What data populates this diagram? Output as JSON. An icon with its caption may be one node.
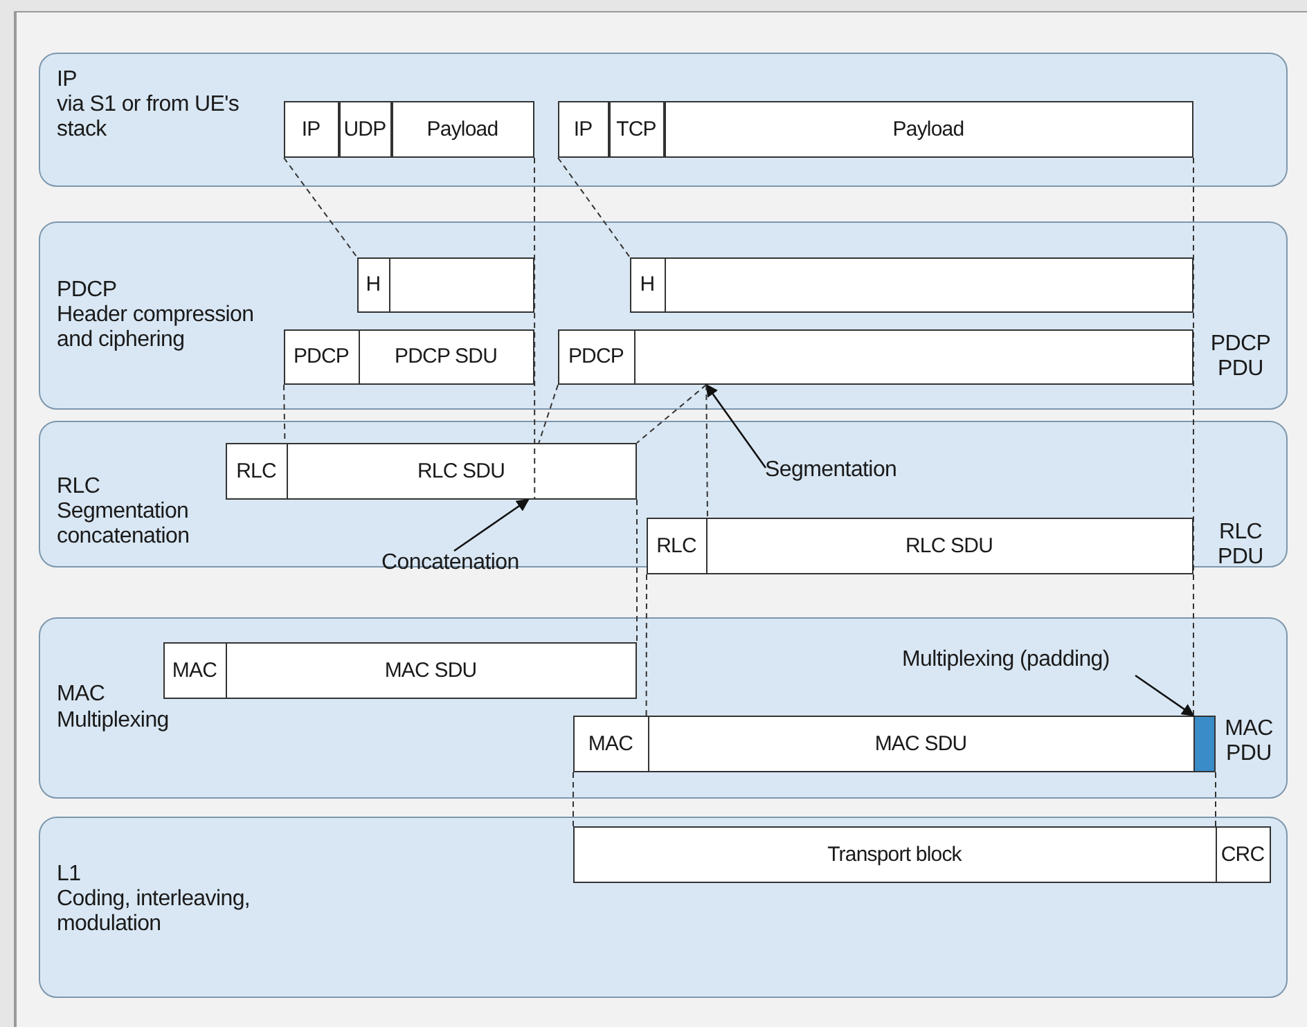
{
  "diagram": {
    "nodes": [
      {
        "text": [
          "IP",
          "via S1 or from UE's stack"
        ]
      },
      {
        "text": [
          "IP"
        ],
        "in": 0
      },
      {
        "text": [
          "UDP"
        ],
        "in": 0
      },
      {
        "text": [
          "Payload"
        ],
        "in": 0
      },
      {
        "text": [
          "IP"
        ],
        "in": 0
      },
      {
        "text": [
          "TCP"
        ],
        "in": 0
      },
      {
        "text": [
          "Payload"
        ],
        "in": 0
      },
      {
        "text": [
          "PDCP",
          "Header compression and ciphering"
        ]
      },
      {
        "text": [
          "H"
        ],
        "in": 7
      },
      {
        "text": [],
        "shape": "box",
        "in": 7
      },
      {
        "text": [
          "H"
        ],
        "in": 7
      },
      {
        "text": [],
        "shape": "box",
        "in": 7
      },
      {
        "text": [
          "PDCP"
        ],
        "in": 7
      },
      {
        "text": [
          "PDCP SDU"
        ],
        "in": 7
      },
      {
        "text": [
          "PDCP"
        ],
        "in": 7
      },
      {
        "text": [],
        "shape": "box",
        "in": 7
      },
      {
        "text": [
          "RLC",
          "Segmentation concatenation"
        ]
      },
      {
        "text": [
          "RLC"
        ],
        "in": 16
      },
      {
        "text": [
          "RLC SDU"
        ],
        "in": 16
      },
      {
        "text": [
          "RLC"
        ],
        "in": 16
      },
      {
        "text": [
          "RLC SDU"
        ],
        "in": 16
      },
      {
        "text": [
          "Segmentation"
        ],
        "in": 16
      },
      {
        "text": [
          "Concatenation"
        ],
        "in": 16
      },
      {
        "text": [
          "MAC",
          "Multiplexing"
        ]
      },
      {
        "text": [
          "MAC"
        ],
        "in": 23
      },
      {
        "text": [
          "MAC SDU"
        ],
        "in": 23
      },
      {
        "text": [
          "MAC"
        ],
        "in": 23
      },
      {
        "text": [
          "MAC SDU"
        ],
        "in": 23
      },
      {
        "text": [],
        "shape": "bar",
        "in": 23
      },
      {
        "text": [
          "Multiplexing (padding)"
        ],
        "in": 23
      },
      {
        "text": [
          "L1",
          "Coding, interleaving, modulation"
        ]
      },
      {
        "text": [
          "Transport block"
        ],
        "in": 30
      },
      {
        "text": [
          "CRC"
        ],
        "in": 30
      }
    ],
    "edges": [
      {
        "from": 21,
        "to": 15,
        "arrow": "to"
      },
      {
        "from": 22,
        "to": 18,
        "arrow": "to"
      },
      {
        "from": 29,
        "to": 28,
        "arrow": "to"
      },
      {
        "from": 1,
        "to": 8,
        "arrow": "none",
        "style": "dashed"
      },
      {
        "from": 3,
        "to": 18,
        "arrow": "none",
        "style": "dashed"
      },
      {
        "from": 4,
        "to": 10,
        "arrow": "none",
        "style": "dashed"
      },
      {
        "from": 6,
        "to": 28,
        "arrow": "none",
        "style": "dashed"
      },
      {
        "from": 12,
        "to": 17,
        "arrow": "none",
        "style": "dashed"
      },
      {
        "from": 14,
        "to": 18,
        "arrow": "none",
        "style": "dashed"
      },
      {
        "from": 15,
        "to": 19,
        "arrow": "none",
        "style": "dashed"
      },
      {
        "from": 15,
        "to": 18,
        "arrow": "none",
        "style": "dashed"
      },
      {
        "from": 18,
        "to": 25,
        "arrow": "none",
        "style": "dashed"
      },
      {
        "from": 19,
        "to": 26,
        "arrow": "none",
        "style": "dashed"
      },
      {
        "from": 26,
        "to": 31,
        "arrow": "none",
        "style": "dashed"
      },
      {
        "from": 28,
        "to": 32,
        "arrow": "none",
        "style": "dashed"
      }
    ],
    "labels": [
      "PDCP PDU",
      "RLC PDU",
      "MAC PDU"
    ]
  }
}
